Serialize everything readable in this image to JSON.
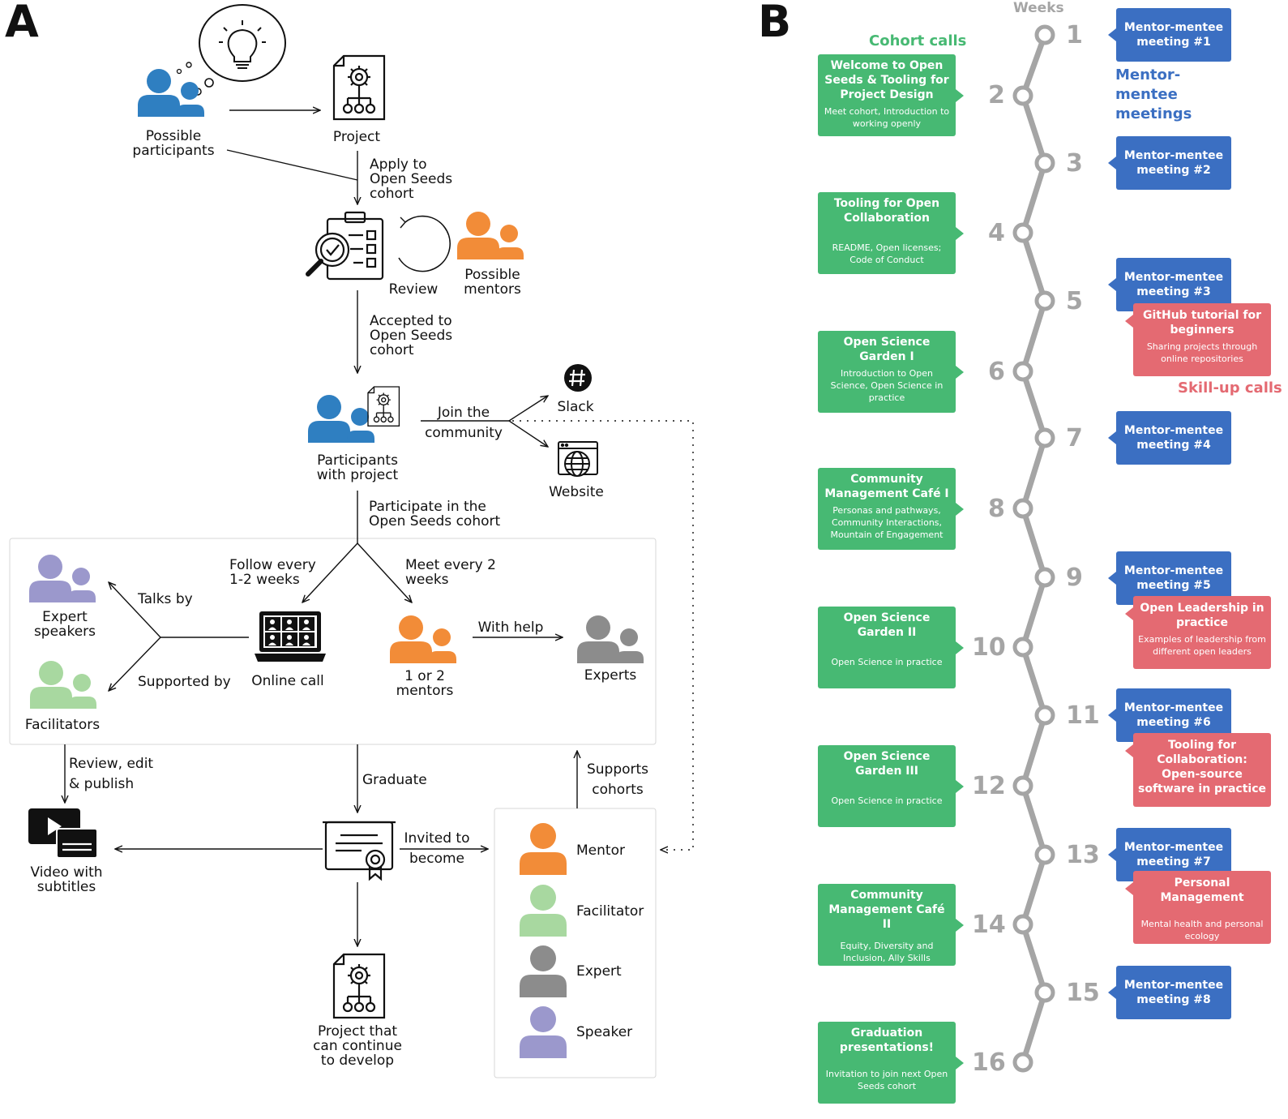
{
  "panel_a": {
    "letter": "A",
    "possible_participants": "Possible participants",
    "project": "Project",
    "apply": "Apply to Open Seeds cohort",
    "review": "Review",
    "possible_mentors": "Possible mentors",
    "accepted": "Accepted to Open Seeds cohort",
    "participants_with_project": "Participants with project",
    "join_community": "Join the community",
    "slack": "Slack",
    "website": "Website",
    "participate": "Participate in the Open Seeds cohort",
    "follow_every": "Follow every 1-2 weeks",
    "meet_every": "Meet every 2 weeks",
    "talks_by": "Talks by",
    "supported_by": "Supported by",
    "expert_speakers": "Expert speakers",
    "facilitators": "Facilitators",
    "online_call": "Online call",
    "mentors_count": "1 or 2 mentors",
    "with_help": "With help",
    "experts": "Experts",
    "review_edit": "Review, edit & publish",
    "graduate": "Graduate",
    "supports_cohorts": "Supports cohorts",
    "video": "Video with subtitles",
    "invited": "Invited to become",
    "project_continue": "Project that can continue to develop",
    "roles": [
      {
        "label": "Mentor",
        "color": "#f28c38"
      },
      {
        "label": "Facilitator",
        "color": "#a8d8a0"
      },
      {
        "label": "Expert",
        "color": "#8c8c8c"
      },
      {
        "label": "Speaker",
        "color": "#9b98cc"
      }
    ],
    "colors": {
      "participant_blue": "#2f7fc1",
      "mentor_orange": "#f28c38",
      "speaker_purple": "#9b98cc",
      "facilitator_green": "#a8d8a0",
      "expert_gray": "#8c8c8c"
    }
  },
  "panel_b": {
    "letter": "B",
    "weeks_title": "Weeks",
    "cohort_calls_title": "Cohort calls",
    "mentor_title": "Mentor-mentee meetings",
    "skillup_title": "Skill-up calls",
    "weeks": [
      "1",
      "2",
      "3",
      "4",
      "5",
      "6",
      "7",
      "8",
      "9",
      "10",
      "11",
      "12",
      "13",
      "14",
      "15",
      "16"
    ],
    "cohort_calls": [
      {
        "title": "Welcome to Open Seeds & Tooling for Project Design",
        "sub": "Meet cohort, Introduction to working openly"
      },
      {
        "title": "Tooling for Open Collaboration",
        "sub": "README, Open licenses; Code of Conduct"
      },
      {
        "title": "Open Science Garden I",
        "sub": "Introduction to Open Science, Open Science in practice"
      },
      {
        "title": "Community Management Café I",
        "sub": "Personas and pathways, Community Interactions, Mountain of Engagement"
      },
      {
        "title": "Open Science Garden II",
        "sub": "Open Science in practice"
      },
      {
        "title": "Open Science Garden III",
        "sub": "Open Science in practice"
      },
      {
        "title": "Community Management Café II",
        "sub": "Equity, Diversity and Inclusion, Ally Skills"
      },
      {
        "title": "Graduation presentations!",
        "sub": "Invitation to join next Open Seeds cohort"
      }
    ],
    "mentor_meetings": [
      "Mentor-mentee meeting #1",
      "Mentor-mentee meeting #2",
      "Mentor-mentee meeting #3",
      "Mentor-mentee meeting #4",
      "Mentor-mentee meeting #5",
      "Mentor-mentee meeting #6",
      "Mentor-mentee meeting #7",
      "Mentor-mentee meeting #8"
    ],
    "skillup_calls": [
      {
        "title": "GitHub tutorial for beginners",
        "sub": "Sharing projects through online repositories"
      },
      {
        "title": "Open Leadership in practice",
        "sub": "Examples of leadership from different open leaders"
      },
      {
        "title": "Tooling for Collaboration: Open-source software in practice",
        "sub": ""
      },
      {
        "title": "Personal Management",
        "sub": "Mental health and personal ecology"
      }
    ],
    "colors": {
      "green": "#47b973",
      "blue": "#3b6fc2",
      "red": "#e46a72",
      "gray": "#a5a5a5"
    }
  }
}
